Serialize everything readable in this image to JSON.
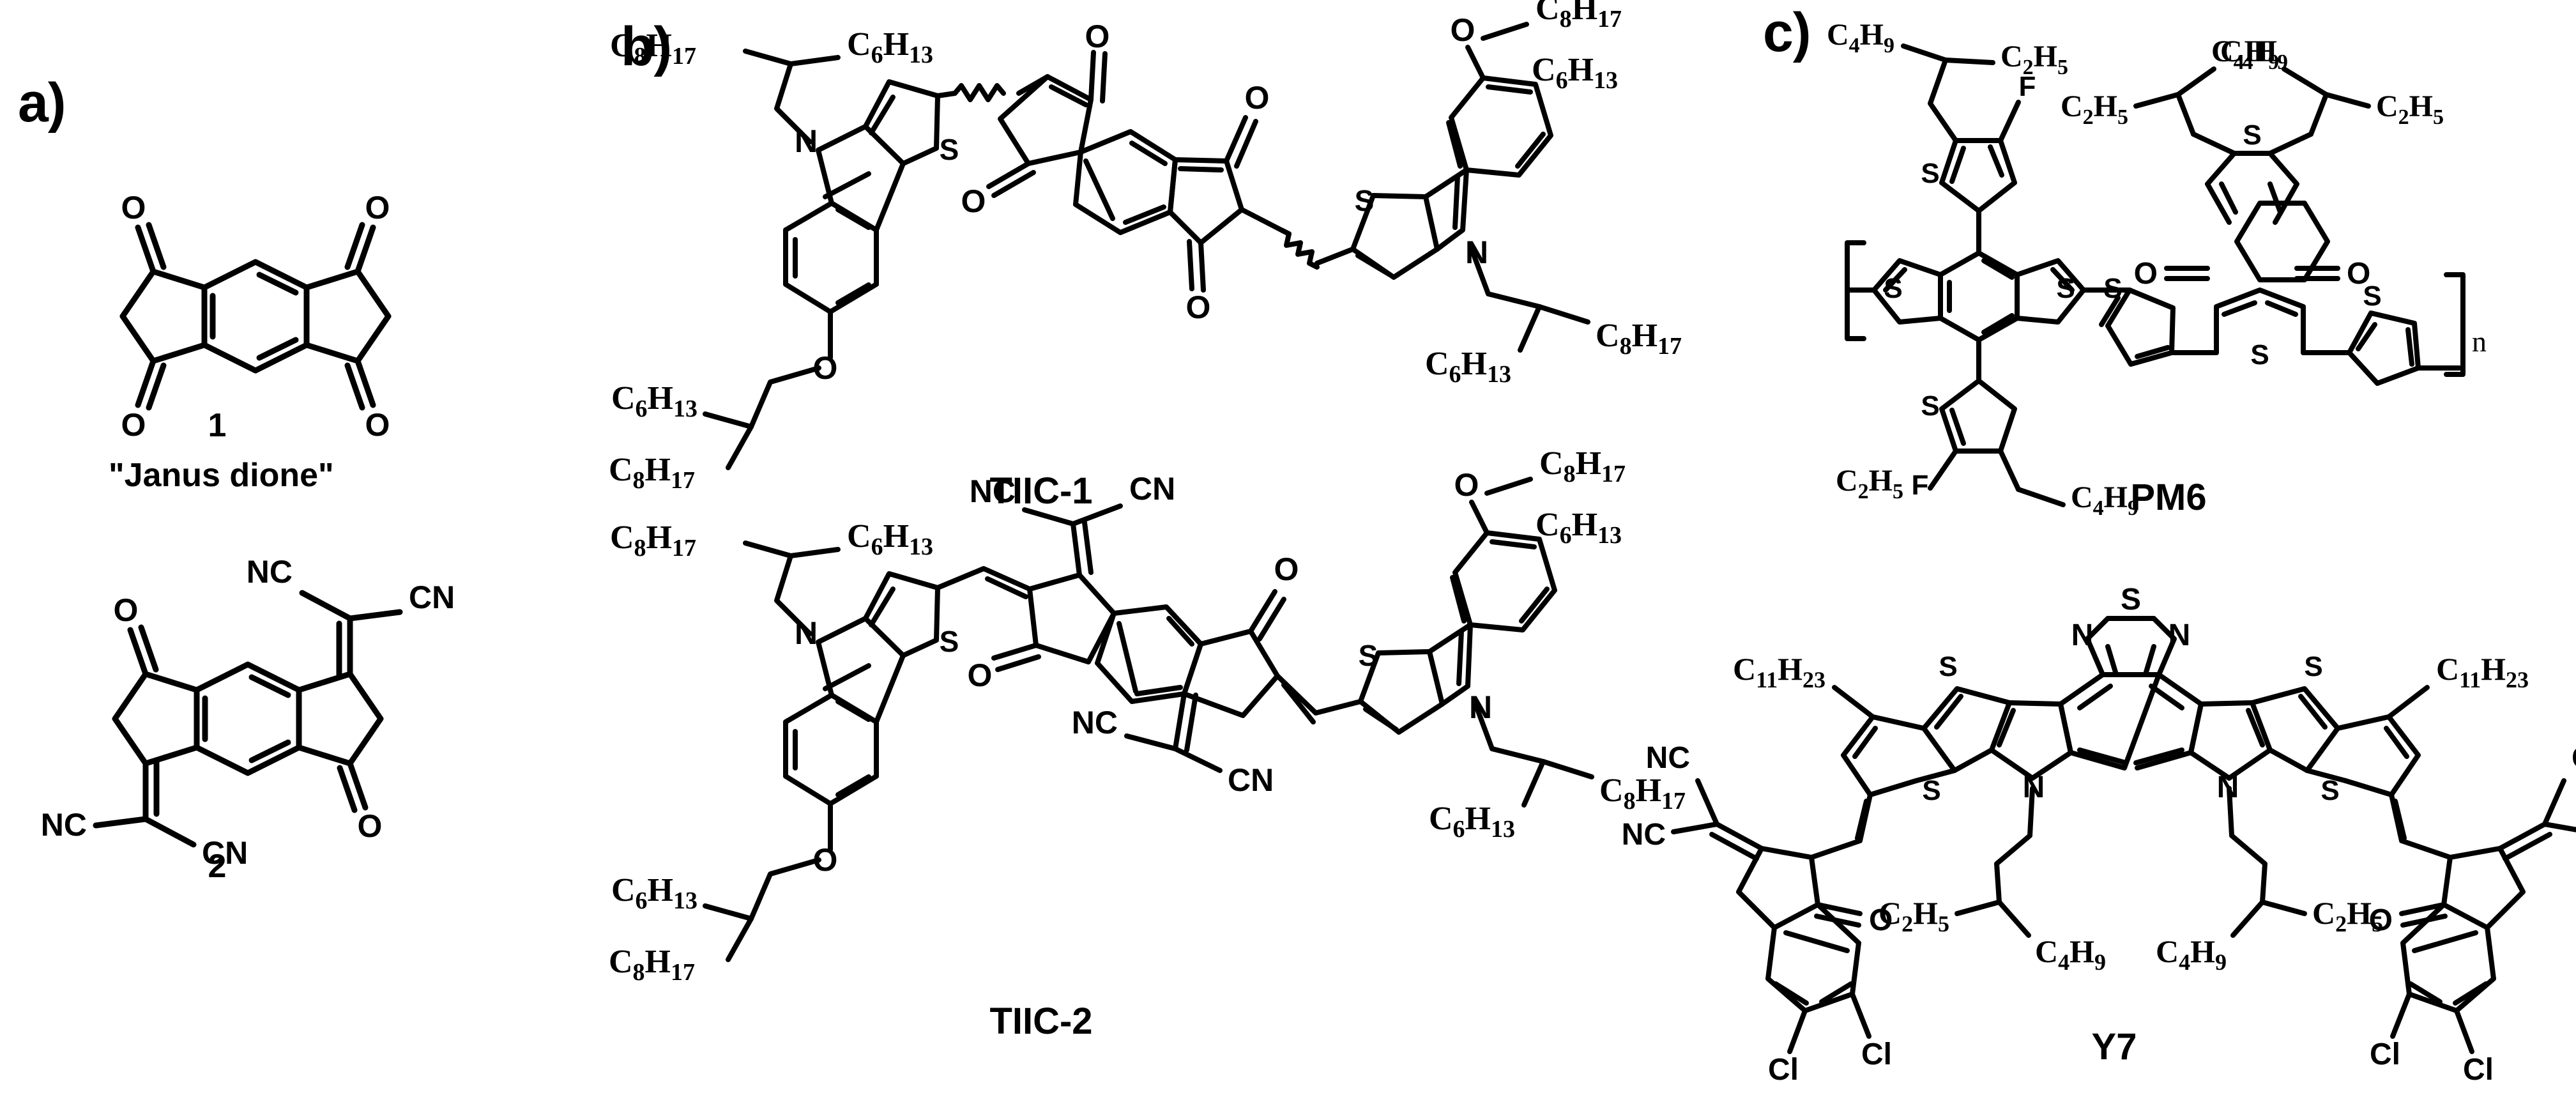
{
  "figure": {
    "panels": [
      {
        "id": "a",
        "label": "a)"
      },
      {
        "id": "b",
        "label": "b)"
      },
      {
        "id": "c",
        "label": "c)"
      }
    ]
  },
  "molecules": {
    "compound1": {
      "number": "1",
      "nickname": "\"Janus dione\""
    },
    "compound2": {
      "number": "2"
    },
    "tiic1": {
      "name": "TIIC-1"
    },
    "tiic2": {
      "name": "TIIC-2"
    },
    "pm6": {
      "name": "PM6",
      "repeat": "n"
    },
    "y7": {
      "name": "Y7"
    }
  },
  "atom_labels": {
    "oxygen": "O",
    "sulfur": "S",
    "nitrogen": "N",
    "fluorine": "F",
    "chlorine": "Cl",
    "nitrile_left": "NC",
    "nitrile_right": "CN"
  },
  "alkyl_labels": {
    "c2h5": "C2H5",
    "c4h9": "C4H9",
    "c6h13": "C6H13",
    "c8h17": "C8H17",
    "c11h23": "C11H23"
  },
  "alkyl_parts": {
    "c2h5": {
      "base": "C",
      "sub1": "2",
      "mid": "H",
      "sub2": "5"
    },
    "c4h9": {
      "base": "C",
      "sub1": "4",
      "mid": "H",
      "sub2": "9"
    },
    "c6h13": {
      "base": "C",
      "sub1": "6",
      "mid": "H",
      "sub2": "13"
    },
    "c8h17": {
      "base": "C",
      "sub1": "8",
      "mid": "H",
      "sub2": "17"
    },
    "c11h23": {
      "base": "C",
      "sub1": "11",
      "mid": "H",
      "sub2": "23"
    }
  },
  "colors": {
    "stroke": "#000000",
    "background": "#ffffff"
  }
}
